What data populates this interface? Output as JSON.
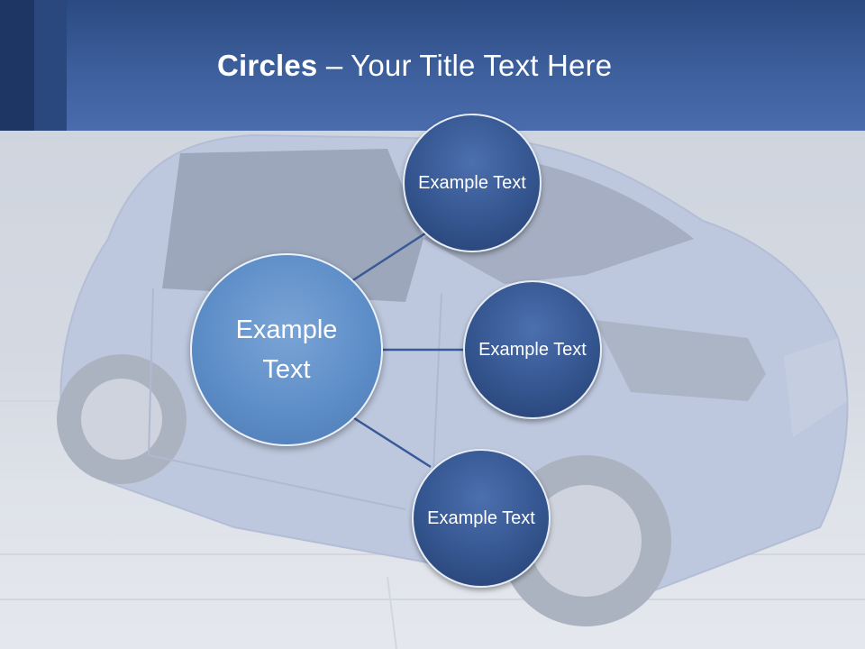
{
  "slide": {
    "title_bold": "Circles",
    "title_rest": " – Your Title Text Here"
  },
  "diagram": {
    "center": {
      "label": "Example Text"
    },
    "nodes": [
      {
        "label": "Example Text"
      },
      {
        "label": "Example Text"
      },
      {
        "label": "Example Text"
      }
    ]
  },
  "colors": {
    "header": "#3d5f9c",
    "center_circle": "#5e8ec8",
    "outer_circle": "#34558f",
    "connector": "#3a5a96"
  }
}
